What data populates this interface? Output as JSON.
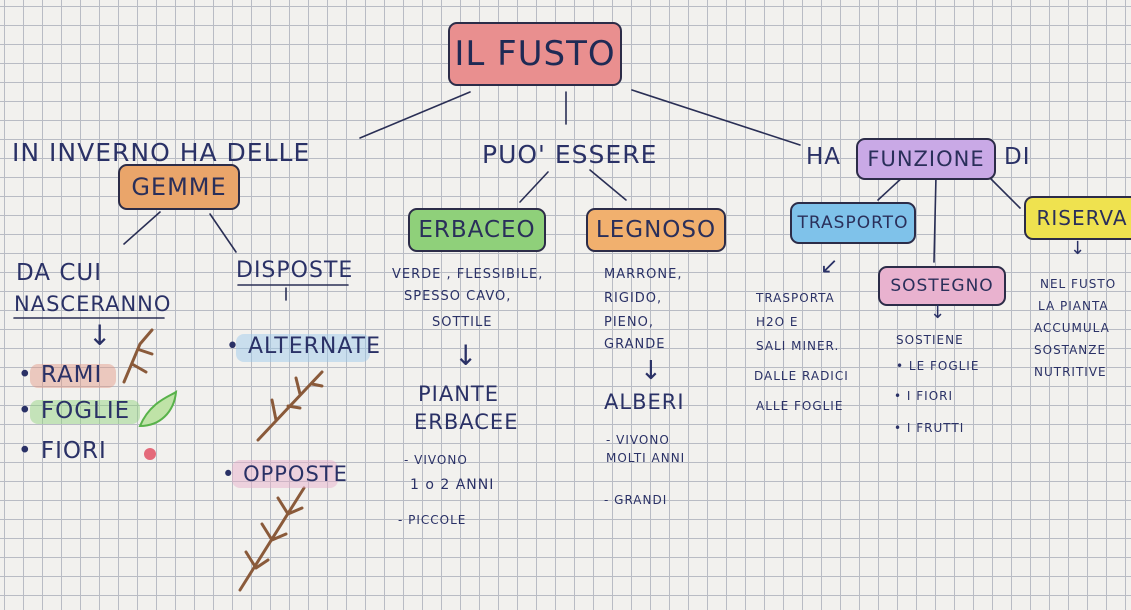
{
  "title": "IL FUSTO",
  "left": {
    "intro": "IN INVERNO HA DELLE",
    "box": "GEMME",
    "branch1": {
      "line1": "DA CUI",
      "line2": "NASCERANNO",
      "arrow": "↓",
      "items": [
        "RAMI",
        "FOGLIE",
        "FIORI"
      ]
    },
    "branch2": {
      "heading": "DISPOSTE",
      "items": [
        "ALTERNATE",
        "OPPOSTE"
      ]
    }
  },
  "middle": {
    "intro": "PUO' ESSERE",
    "erbaceo": {
      "box": "ERBACEO",
      "desc": [
        "VERDE , FLESSIBILE,",
        "SPESSO CAVO,",
        "SOTTILE"
      ],
      "arrow": "↓",
      "result": [
        "PIANTE",
        "ERBACEE"
      ],
      "notes": [
        "- VIVONO",
        "1 o 2 ANNI",
        "- PICCOLE"
      ]
    },
    "legnoso": {
      "box": "LEGNOSO",
      "desc": [
        "MARRONE,",
        "RIGIDO,",
        "PIENO,",
        "GRANDE"
      ],
      "arrow": "↓",
      "result": "ALBERI",
      "notes": [
        "- VIVONO",
        "MOLTI ANNI",
        "- GRANDI"
      ]
    }
  },
  "right": {
    "intro_pre": "HA",
    "box": "FUNZIONE",
    "intro_post": "DI",
    "trasporto": {
      "box": "TRASPORTO",
      "arrow": "↙",
      "desc": [
        "TRASPORTA",
        "H2O E",
        "SALI MINER.",
        "DALLE RADICI",
        "ALLE FOGLIE"
      ]
    },
    "sostegno": {
      "box": "SOSTEGNO",
      "arrow": "↓",
      "desc": [
        "SOSTIENE",
        "• LE FOGLIE",
        "• I FIORI",
        "• I FRUTTI"
      ]
    },
    "riserva": {
      "box": "RISERVA",
      "arrow": "↓",
      "desc": [
        "NEL FUSTO",
        "LA PIANTA",
        "ACCUMULA",
        "SOSTANZE",
        "NUTRITIVE"
      ]
    }
  },
  "colors": {
    "title_fill": "#e98f8f",
    "gemme_fill": "#eaa56a",
    "erbaceo_fill": "#8fd07a",
    "legnoso_fill": "#f1b06e",
    "funzione_fill": "#c9a9e6",
    "trasporto_fill": "#7fc2ea",
    "sostegno_fill": "#e9b2cf",
    "riserva_fill": "#efe24f",
    "ink": "#2a3166"
  }
}
